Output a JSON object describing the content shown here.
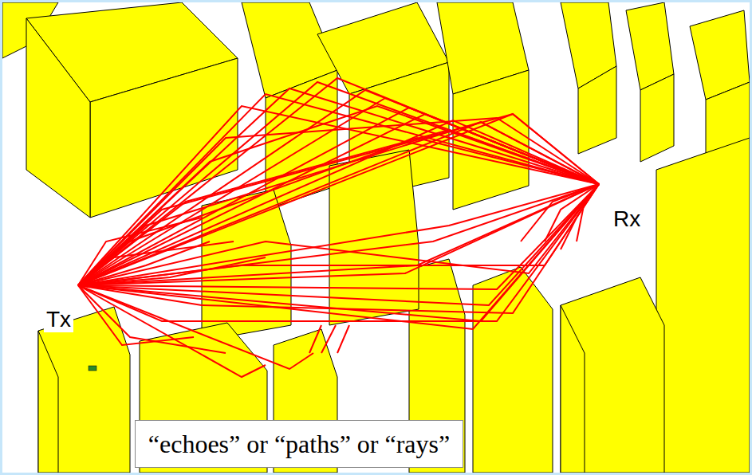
{
  "diagram": {
    "caption": "“echoes” or “paths” or “rays”",
    "labels": [
      "Tx",
      "Rx"
    ]
  }
}
